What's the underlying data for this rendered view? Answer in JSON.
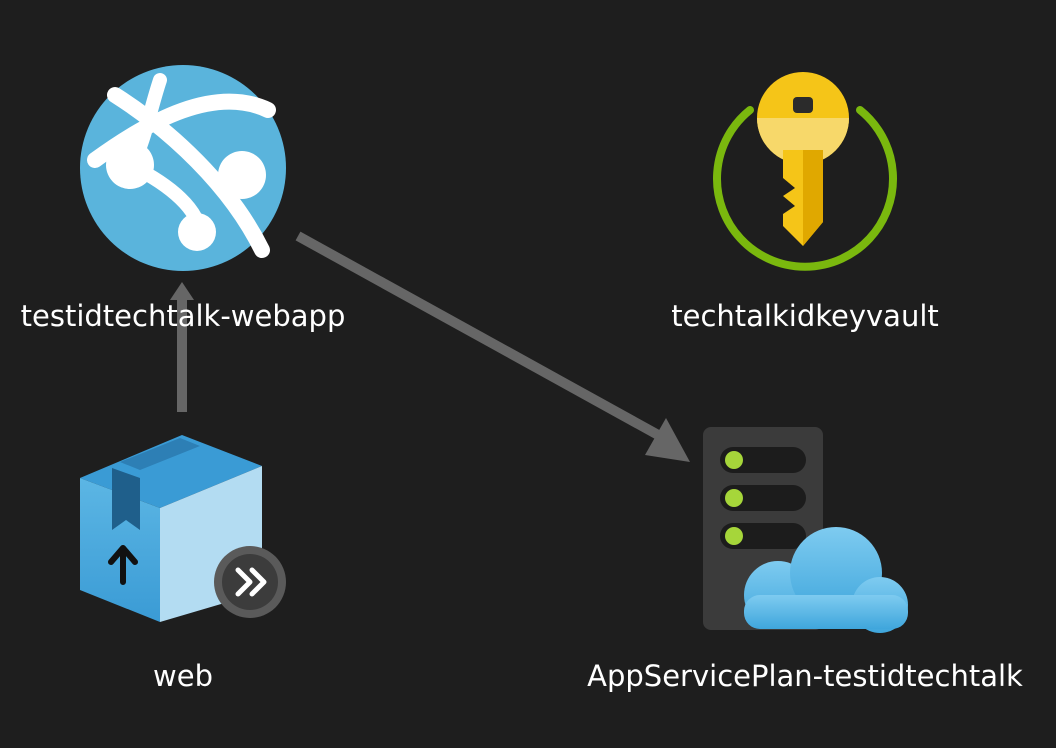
{
  "diagram": {
    "nodes": [
      {
        "id": "webapp",
        "label": "testidtechtalk-webapp",
        "icon": "app-service-globe-icon"
      },
      {
        "id": "keyvault",
        "label": "techtalkidkeyvault",
        "icon": "key-vault-icon"
      },
      {
        "id": "web",
        "label": "web",
        "icon": "deployment-package-icon"
      },
      {
        "id": "plan",
        "label": "AppServicePlan-testidtechtalk",
        "icon": "app-service-plan-icon"
      }
    ],
    "edges": [
      {
        "from": "web",
        "to": "webapp"
      },
      {
        "from": "webapp",
        "to": "plan"
      }
    ],
    "colors": {
      "background": "#1e1e1e",
      "edge": "#666666",
      "label": "#ffffff",
      "globe": "#5ab4dc",
      "key": "#f5c518",
      "keyvault_ring": "#7ab80e",
      "package": "#3a9bd5",
      "server": "#3b3b3b",
      "server_led": "#a6d63a",
      "cloud": "#6ec3e8"
    }
  }
}
